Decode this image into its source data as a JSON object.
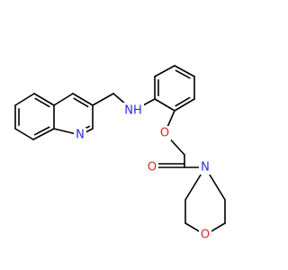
{
  "colors": {
    "bond": "#000000",
    "nitrogen": "#2a2ad8",
    "oxygen": "#e0261e",
    "background": "#ffffff"
  },
  "atoms": {
    "nh": {
      "element": "N",
      "label": "NH"
    },
    "n_quinoline": {
      "element": "N",
      "label": "N"
    },
    "o_ether": {
      "element": "O",
      "label": "O"
    },
    "o_carbonyl": {
      "element": "O",
      "label": "O"
    },
    "n_morpholine": {
      "element": "N",
      "label": "N"
    },
    "o_morpholine": {
      "element": "O",
      "label": "O"
    }
  }
}
